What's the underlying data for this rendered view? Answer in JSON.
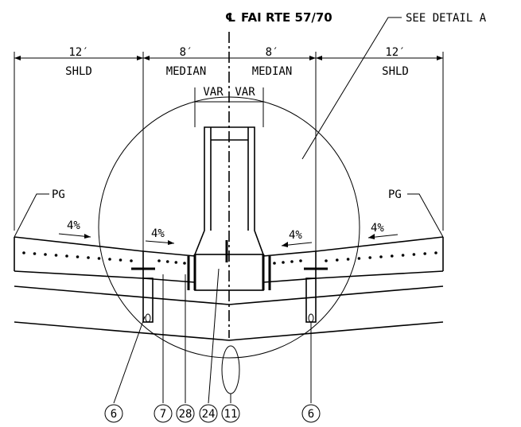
{
  "title": "FAI RTE 57/70",
  "centerline_symbol": "℄",
  "see_detail": "SEE DETAIL A",
  "widths": [
    "12′",
    "8′",
    "8′",
    "12′"
  ],
  "zones": [
    "SHLD",
    "MEDIAN",
    "MEDIAN",
    "SHLD"
  ],
  "var_labels": [
    "VAR",
    "VAR"
  ],
  "pg_left": "PG",
  "pg_right": "PG",
  "slopes": [
    "4%",
    "4%",
    "4%",
    "4%"
  ],
  "callouts": [
    "6",
    "7",
    "28",
    "24",
    "11",
    "6"
  ]
}
